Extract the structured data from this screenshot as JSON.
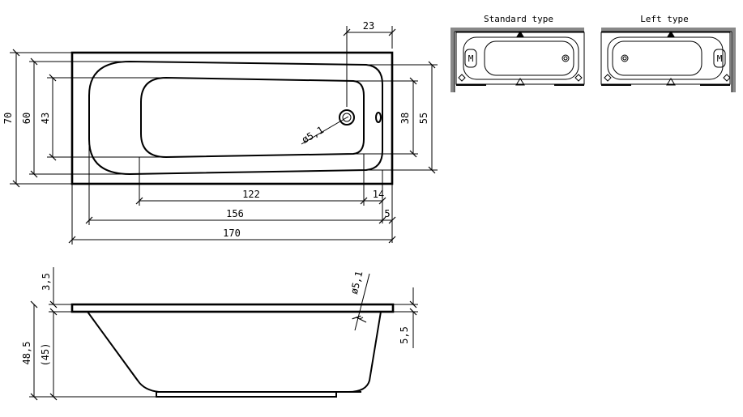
{
  "top_view": {
    "dimensions": {
      "d23": "23",
      "d70": "70",
      "d60": "60",
      "d43": "43",
      "d38": "38",
      "d55": "55",
      "d122": "122",
      "d14": "14",
      "d156": "156",
      "d5": "5",
      "d170": "170",
      "drain": "ø5,1"
    }
  },
  "side_view": {
    "dimensions": {
      "d3_5": "3,5",
      "d48_5": "48,5",
      "d45": "(45)",
      "d5_5": "5,5",
      "drain": "ø5,1"
    }
  },
  "variants": {
    "standard": {
      "title": "Standard type",
      "badge": "M"
    },
    "left": {
      "title": "Left type",
      "badge": "M"
    }
  }
}
